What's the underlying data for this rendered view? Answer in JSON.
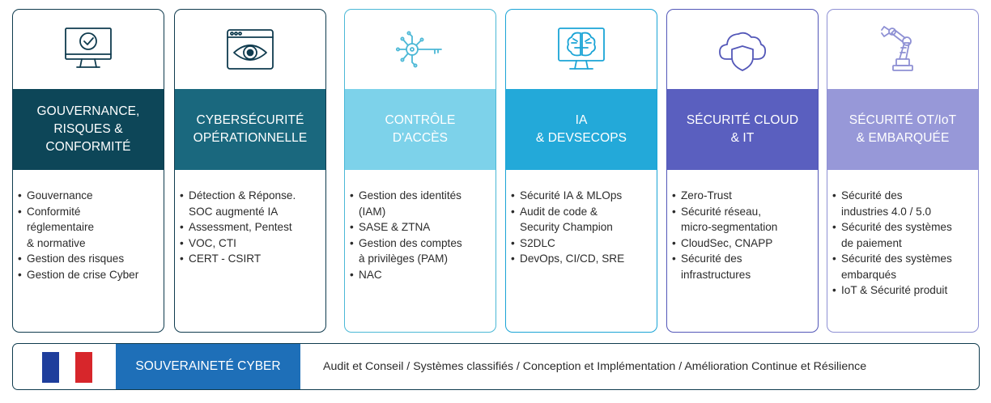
{
  "cards": [
    {
      "icon": "monitor-check-icon",
      "band_color": "#0d4658",
      "border_color": "#0f3b4e",
      "title_lines": [
        "GOUVERNANCE,",
        "RISQUES &",
        "CONFORMITÉ"
      ],
      "items": [
        [
          "Gouvernance"
        ],
        [
          "Conformité",
          "réglementaire",
          "& normative"
        ],
        [
          "Gestion des risques"
        ],
        [
          "Gestion de crise Cyber"
        ]
      ]
    },
    {
      "icon": "browser-eye-icon",
      "band_color": "#1a687e",
      "border_color": "#0f3b4e",
      "title_lines": [
        "CYBERSÉCURITÉ",
        "OPÉRATIONNELLE"
      ],
      "items": [
        [
          "Détection & Réponse.",
          "SOC augmenté IA"
        ],
        [
          "Assessment, Pentest"
        ],
        [
          "VOC, CTI"
        ],
        [
          "CERT - CSIRT"
        ]
      ]
    },
    {
      "icon": "key-circuit-icon",
      "band_color": "#7dd2ea",
      "border_color": "#4bb8d6",
      "title_lines": [
        "CONTRÔLE",
        "D'ACCÈS"
      ],
      "items": [
        [
          "Gestion des identités",
          "(IAM)"
        ],
        [
          "SASE & ZTNA"
        ],
        [
          "Gestion des comptes",
          "à privilèges (PAM)"
        ],
        [
          "NAC"
        ]
      ]
    },
    {
      "icon": "brain-monitor-icon",
      "band_color": "#23a9d9",
      "border_color": "#1aa4d6",
      "title_lines": [
        "IA",
        "& DEVSECOPS"
      ],
      "items": [
        [
          "Sécurité IA & MLOps"
        ],
        [
          "Audit de code &",
          "Security Champion"
        ],
        [
          "S2DLC"
        ],
        [
          "DevOps, CI/CD, SRE"
        ]
      ]
    },
    {
      "icon": "cloud-shield-icon",
      "band_color": "#5a5fbf",
      "border_color": "#5357b8",
      "title_lines": [
        "SÉCURITÉ CLOUD",
        "& IT"
      ],
      "items": [
        [
          "Zero-Trust"
        ],
        [
          "Sécurité réseau,",
          "micro-segmentation"
        ],
        [
          "CloudSec, CNAPP"
        ],
        [
          "Sécurité des",
          "infrastructures"
        ]
      ]
    },
    {
      "icon": "robot-arm-icon",
      "band_color": "#9798d8",
      "border_color": "#8e90d4",
      "title_lines": [
        "SÉCURITÉ OT/IoT",
        "& EMBARQUÉE"
      ],
      "items": [
        [
          "Sécurité des",
          "industries 4.0 / 5.0"
        ],
        [
          "Sécurité des systèmes",
          "de paiement"
        ],
        [
          "Sécurité des systèmes",
          "embarqués"
        ],
        [
          "IoT & Sécurité produit"
        ]
      ]
    }
  ],
  "bottom": {
    "flag_colors": [
      "#1f3e9c",
      "#ffffff",
      "#d7262b"
    ],
    "label": "SOUVERAINETÉ CYBER",
    "label_color": "#1e6fb8",
    "text": "Audit et Conseil / Systèmes classifiés / Conception et Implémentation / Amélioration Continue et Résilience"
  }
}
